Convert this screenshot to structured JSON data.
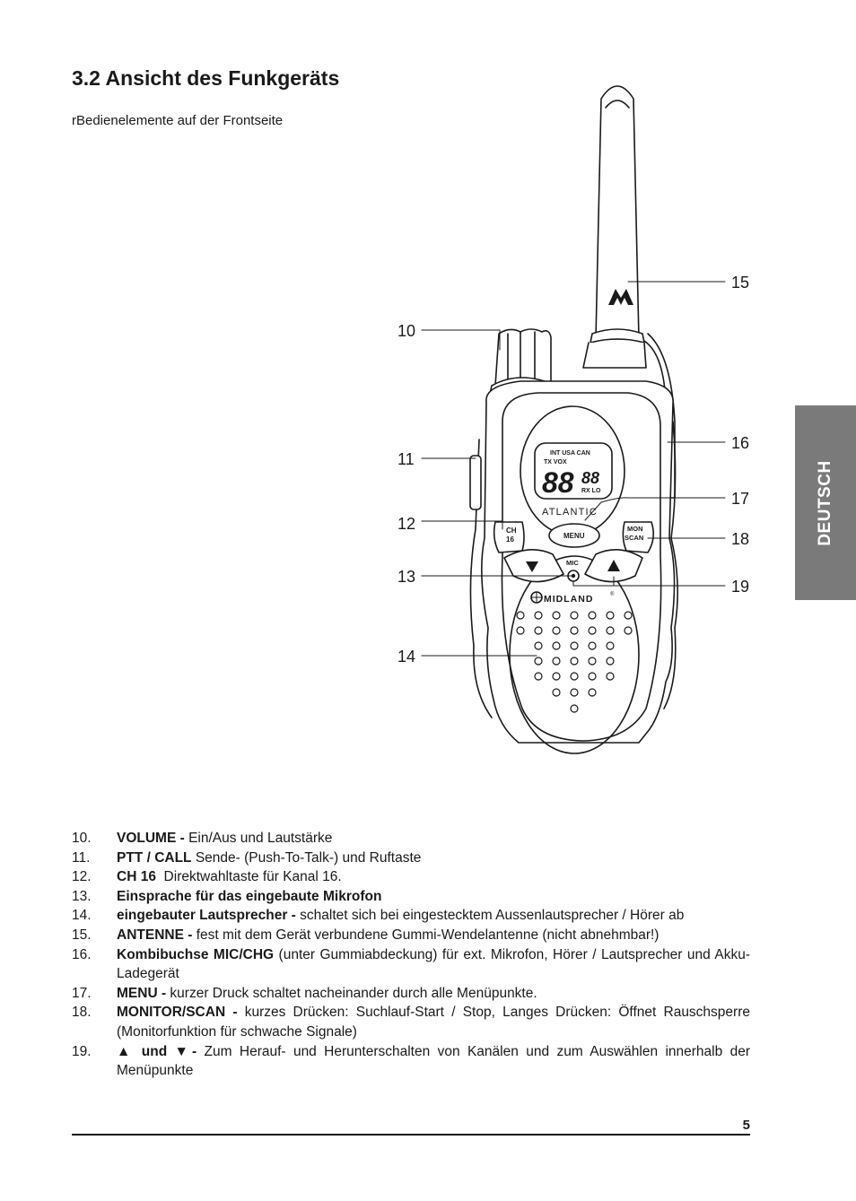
{
  "section_title": "3.2 Ansicht des Funkgeräts",
  "subtitle": "rBedienelemente auf der Frontseite",
  "side_tab": "DEUTSCH",
  "device": {
    "display": {
      "top_indicators": "INT USA CAN",
      "tx_vox": "TX VOX",
      "big_digits": "88",
      "small_digits": "88",
      "rx_lo": "RX LO"
    },
    "brand_model": "ATLANTIC",
    "brand": "MIDLAND",
    "btn_ch16_line1": "CH",
    "btn_ch16_line2": "16",
    "btn_menu": "MENU",
    "btn_mon": "MON",
    "btn_scan": "SCAN",
    "mic_label": "MIC",
    "registered": "®"
  },
  "callouts": [
    "10",
    "11",
    "12",
    "13",
    "14",
    "15",
    "16",
    "17",
    "18",
    "19"
  ],
  "legend": [
    {
      "num": "10.",
      "bold": "VOLUME -",
      "text": " Ein/Aus und Lautstärke"
    },
    {
      "num": "11.",
      "bold": "PTT / CALL",
      "text": " Sende- (Push-To-Talk-) und Ruftaste"
    },
    {
      "num": "12.",
      "bold": "CH 16",
      "text": "  Direktwahltaste für Kanal 16."
    },
    {
      "num": "13.",
      "bold": "Einsprache für das eingebaute Mikrofon",
      "text": ""
    },
    {
      "num": "14.",
      "bold": "eingebauter Lautsprecher -",
      "text": "  schaltet sich bei eingestecktem Aussenlautsprecher / Hörer ab"
    },
    {
      "num": "15.",
      "bold": "ANTENNE -",
      "text": " fest mit dem Gerät verbundene Gummi-Wendelantenne (nicht abnehmbar!)"
    },
    {
      "num": "16.",
      "bold": "Kombibuchse MIC/CHG",
      "text": " (unter Gummiabdeckung) für ext. Mikrofon, Hörer / Lautsprecher und Akku-Ladegerät"
    },
    {
      "num": "17.",
      "bold": "MENU -",
      "text": " kurzer Druck schaltet nacheinander durch alle Menüpunkte."
    },
    {
      "num": "18.",
      "bold": "MONITOR/SCAN -",
      "text": " kurzes Drücken: Suchlauf-Start / Stop, Langes Drücken: Öffnet Rauschsperre (Monitorfunktion für schwache Signale)"
    },
    {
      "num": "19.",
      "bold": "▲ und ▼-",
      "text": " Zum Herauf- und Herunterschalten von Kanälen und zum Auswählen innerhalb der Menüpunkte"
    }
  ],
  "page_number": "5"
}
